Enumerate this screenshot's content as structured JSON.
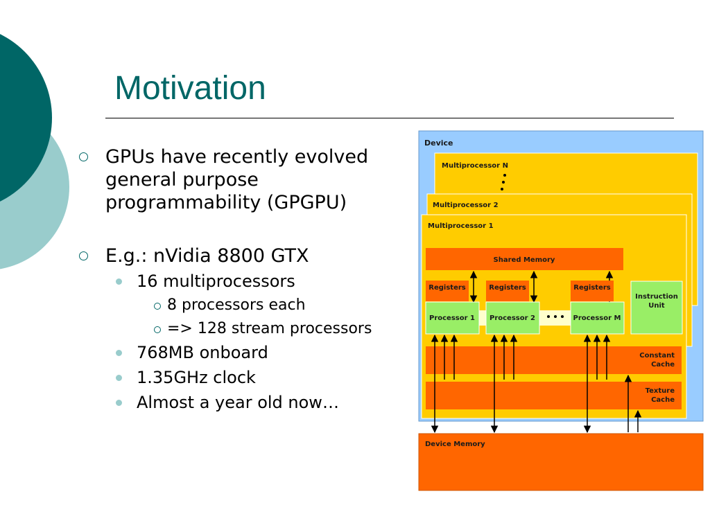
{
  "slide": {
    "title": "Motivation",
    "accent_color": "#006666",
    "light_accent_color": "#99cccc"
  },
  "bullets": [
    {
      "level": 1,
      "lines": [
        "GPUs have recently evolved",
        "general purpose",
        "programmability (GPGPU)"
      ]
    },
    {
      "level": 1,
      "lines": [
        "E.g.: nVidia 8800 GTX"
      ]
    },
    {
      "level": 2,
      "lines": [
        "16 multiprocessors"
      ]
    },
    {
      "level": 3,
      "lines": [
        "8 processors each"
      ]
    },
    {
      "level": 3,
      "lines": [
        "=> 128 stream processors"
      ]
    },
    {
      "level": 2,
      "lines": [
        "768MB onboard"
      ]
    },
    {
      "level": 2,
      "lines": [
        "1.35GHz clock"
      ]
    },
    {
      "level": 2,
      "lines": [
        "Almost a year old now…"
      ]
    }
  ],
  "diagram": {
    "device_label": "Device",
    "multiprocessor_labels": [
      "Multiprocessor N",
      "Multiprocessor 2",
      "Multiprocessor 1"
    ],
    "shared_memory_label": "Shared Memory",
    "registers_label": "Registers",
    "processor_labels": [
      "Processor 1",
      "Processor 2",
      "Processor M"
    ],
    "instruction_unit_label": [
      "Instruction",
      "Unit"
    ],
    "constant_cache_label": [
      "Constant",
      "Cache"
    ],
    "texture_cache_label": [
      "Texture",
      "Cache"
    ],
    "device_memory_label": "Device Memory",
    "colors": {
      "device": "#99ccff",
      "multiprocessor": "#ffcc00",
      "memory": "#ff6600",
      "processor": "#99ee66"
    }
  }
}
